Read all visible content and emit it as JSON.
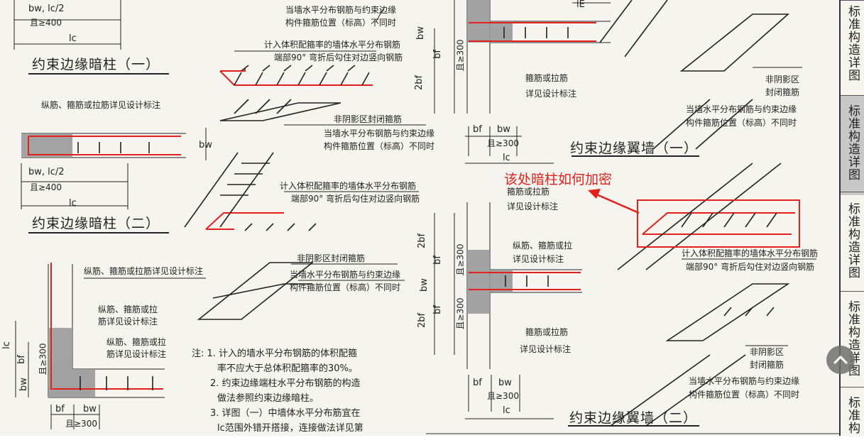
{
  "tabs": [
    {
      "label": "标准构造详图",
      "active": false
    },
    {
      "label": "标准构造详图",
      "active": true
    },
    {
      "label": "标准构造详图",
      "active": false
    },
    {
      "label": "标准构造详图",
      "active": false
    },
    {
      "label": "标准构",
      "active": false
    }
  ],
  "dims": {
    "bw_lc_half": "bw, lc/2",
    "ge400": "且≥400",
    "lc": "lc",
    "bf": "bf",
    "bw": "bw",
    "ge300": "且≥300",
    "two_bf": "2bf",
    "lE": "lE"
  },
  "titles": {
    "hidden_col_1": "约束边缘暗柱（一）",
    "hidden_col_2": "约束边缘暗柱（二）",
    "wing_wall_1": "约束边缘翼墙（一）",
    "wing_wall_2": "约束边缘翼墙（二）"
  },
  "labels": {
    "horiz_bar_pos_1": "当墙水平分布钢筋与约束边缘",
    "horiz_bar_pos_2": "构件箍筋位置（标高）不同时",
    "count_bar_1": "计入体积配箍率的墙体水平分布钢筋",
    "count_bar_2": "端部90° 弯折后勾住对边竖向钢筋",
    "rebar_note": "纵筋、箍筋或拉筋详见设计标注",
    "non_shadow_closed": "非阴影区封闭箍筋",
    "non_shadow_a": "非阴影区",
    "closed_hoop": "封闭箍筋",
    "stirrup_or_tie": "箍筋或拉筋",
    "see_design": "详见设计标注",
    "rebar_a": "纵筋、箍筋或拉",
    "rebar_b": "筋详见设计标注"
  },
  "annotation": {
    "question": "该处暗柱如何加密",
    "color": "#e3211c"
  },
  "notes": [
    "注: 1. 计入的墙水平分布钢筋的体积配箍",
    "率不应大于总体积配箍率的30%。",
    "2. 约束边缘端柱水平分布钢筋的构造",
    "做法参照约束边缘暗柱。",
    "3. 详图（一）中墙体水平分布筋宜在",
    "lc范围外错开搭接，连接做法详见第"
  ],
  "scroll_top_icon": "chevron-up-icon"
}
